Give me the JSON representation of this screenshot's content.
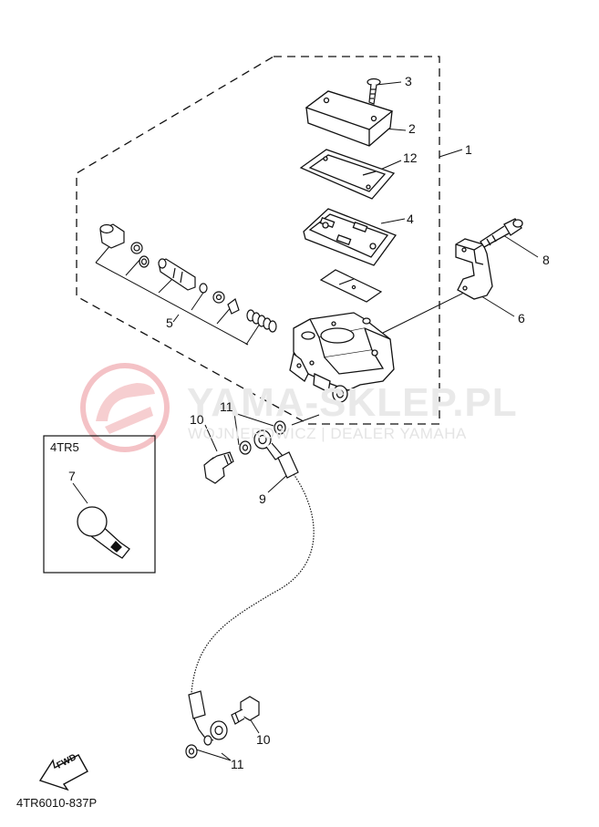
{
  "watermark": {
    "title": "YAMA-SKLEP.PL",
    "subtitle": "WOJNIEROWICZ | DEALER YAMAHA",
    "logo_color": "#f2b4b8"
  },
  "inset": {
    "label": "4TR5",
    "callout": "7"
  },
  "callouts": {
    "c1": "1",
    "c2": "2",
    "c3": "3",
    "c4": "4",
    "c5": "5",
    "c6": "6",
    "c8": "8",
    "c9": "9",
    "c10a": "10",
    "c10b": "10",
    "c11a": "11",
    "c11b": "11",
    "c12": "12"
  },
  "fwd_label": "FWD",
  "diagram_code": "4TR6010-837P"
}
